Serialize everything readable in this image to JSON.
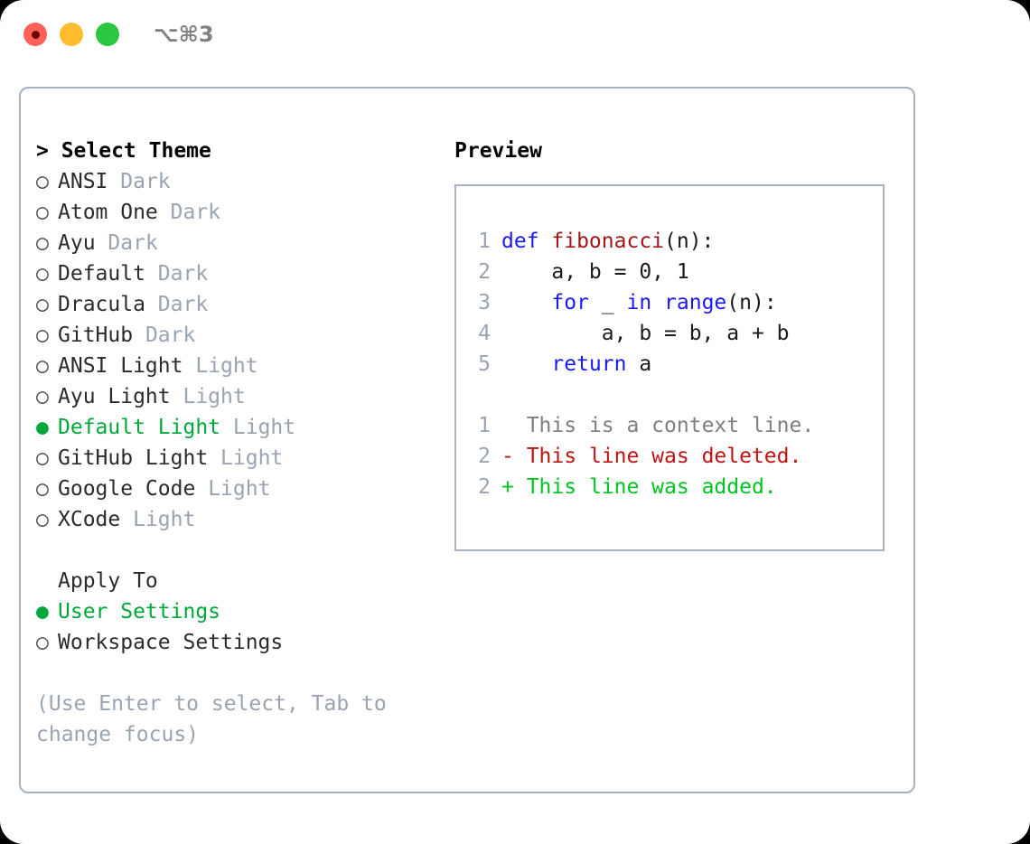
{
  "window": {
    "traffic_lights": [
      {
        "name": "close-button",
        "color": "#ff6159"
      },
      {
        "name": "minimize-button",
        "color": "#ffbd2e"
      },
      {
        "name": "maximize-button",
        "color": "#2ac840"
      }
    ],
    "shortcut": "⌥⌘3"
  },
  "theme_picker": {
    "heading": "> Select Theme",
    "items": [
      {
        "bullet": "○",
        "name": "ANSI",
        "tag": "Dark",
        "selected": false
      },
      {
        "bullet": "○",
        "name": "Atom One",
        "tag": "Dark",
        "selected": false
      },
      {
        "bullet": "○",
        "name": "Ayu",
        "tag": "Dark",
        "selected": false
      },
      {
        "bullet": "○",
        "name": "Default",
        "tag": "Dark",
        "selected": false
      },
      {
        "bullet": "○",
        "name": "Dracula",
        "tag": "Dark",
        "selected": false
      },
      {
        "bullet": "○",
        "name": "GitHub",
        "tag": "Dark",
        "selected": false
      },
      {
        "bullet": "○",
        "name": "ANSI Light",
        "tag": "Light",
        "selected": false
      },
      {
        "bullet": "○",
        "name": "Ayu Light",
        "tag": "Light",
        "selected": false
      },
      {
        "bullet": "●",
        "name": "Default Light",
        "tag": "Light",
        "selected": true
      },
      {
        "bullet": "○",
        "name": "GitHub Light",
        "tag": "Light",
        "selected": false
      },
      {
        "bullet": "○",
        "name": "Google Code",
        "tag": "Light",
        "selected": false
      },
      {
        "bullet": "○",
        "name": "XCode",
        "tag": "Light",
        "selected": false
      }
    ]
  },
  "apply_to": {
    "label": "Apply To",
    "options": [
      {
        "bullet": "●",
        "name": "User Settings",
        "selected": true
      },
      {
        "bullet": "○",
        "name": "Workspace Settings",
        "selected": false
      }
    ]
  },
  "hint": "(Use Enter to select, Tab to change focus)",
  "preview": {
    "title": "Preview",
    "code_lines": [
      {
        "no": "1",
        "tokens": [
          {
            "t": "def ",
            "c": "kw"
          },
          {
            "t": "fibonacci",
            "c": "fn"
          },
          {
            "t": "(n):",
            "c": "plain"
          }
        ]
      },
      {
        "no": "2",
        "tokens": [
          {
            "t": "    a, b = 0, 1",
            "c": "plain"
          }
        ]
      },
      {
        "no": "3",
        "tokens": [
          {
            "t": "    ",
            "c": "plain"
          },
          {
            "t": "for",
            "c": "kw"
          },
          {
            "t": " _ ",
            "c": "plain"
          },
          {
            "t": "in",
            "c": "kw"
          },
          {
            "t": " ",
            "c": "plain"
          },
          {
            "t": "range",
            "c": "kw"
          },
          {
            "t": "(n):",
            "c": "plain"
          }
        ]
      },
      {
        "no": "4",
        "tokens": [
          {
            "t": "        a, b = b, a + b",
            "c": "plain"
          }
        ]
      },
      {
        "no": "5",
        "tokens": [
          {
            "t": "    ",
            "c": "plain"
          },
          {
            "t": "return",
            "c": "kw"
          },
          {
            "t": " a",
            "c": "plain"
          }
        ]
      }
    ],
    "diff_lines": [
      {
        "no": "1",
        "marker": "  ",
        "text": "This is a context line.",
        "kind": "ctx"
      },
      {
        "no": "2",
        "marker": "- ",
        "text": "This line was deleted.",
        "kind": "del"
      },
      {
        "no": "2",
        "marker": "+ ",
        "text": "This line was added.",
        "kind": "add"
      }
    ]
  },
  "colors": {
    "accent_green": "#00a83c",
    "muted_gray": "#9aa3b0",
    "border": "#a7b1bf",
    "keyword_blue": "#1a1aee",
    "function_red": "#a01818",
    "diff_delete": "#c01313",
    "diff_add": "#00c421"
  }
}
